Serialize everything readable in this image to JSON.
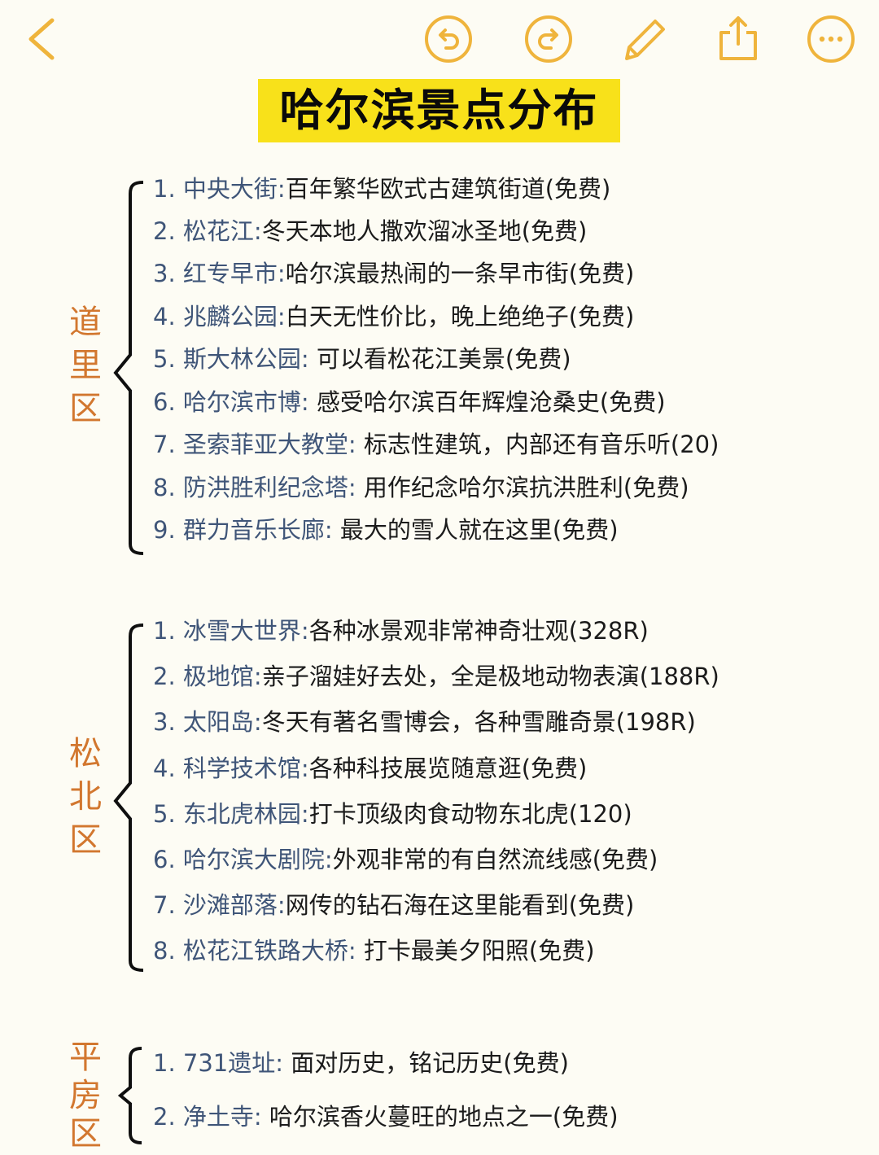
{
  "toolbar": {
    "back_icon": "chevron-left-icon",
    "undo_icon": "undo-circle-icon",
    "redo_icon": "redo-circle-icon",
    "edit_icon": "pencil-icon",
    "share_icon": "share-icon",
    "more_icon": "ellipsis-circle-icon",
    "icon_color": "#efb43c"
  },
  "title": "哈尔滨景点分布",
  "colors": {
    "title_bg": "#f8e11a",
    "district_label": "#d2772f",
    "place_name": "#3f5578",
    "description": "#1b1b1b",
    "background": "#fdfcf4"
  },
  "districts": [
    {
      "label": [
        "道",
        "里",
        "区"
      ],
      "items": [
        {
          "num": "1. ",
          "name": "中央大街",
          "sep": ":",
          "desc": "百年繁华欧式古建筑街道(免费)"
        },
        {
          "num": "2. ",
          "name": "松花江",
          "sep": ":",
          "desc": "冬天本地人撒欢溜冰圣地(免费)"
        },
        {
          "num": "3. ",
          "name": "红专早市",
          "sep": ":",
          "desc": "哈尔滨最热闹的一条早市街(免费)"
        },
        {
          "num": "4. ",
          "name": "兆麟公园",
          "sep": ":",
          "desc": "白天无性价比，晚上绝绝子(免费)"
        },
        {
          "num": "5. ",
          "name": "斯大林公园",
          "sep": ": ",
          "desc": "可以看松花江美景(免费)"
        },
        {
          "num": "6. ",
          "name": "哈尔滨市博",
          "sep": ": ",
          "desc": "感受哈尔滨百年辉煌沧桑史(免费)"
        },
        {
          "num": "7. ",
          "name": "圣索菲亚大教堂",
          "sep": ": ",
          "desc": "标志性建筑，内部还有音乐听(20)"
        },
        {
          "num": "8. ",
          "name": "防洪胜利纪念塔",
          "sep": ": ",
          "desc": "用作纪念哈尔滨抗洪胜利(免费)"
        },
        {
          "num": "9. ",
          "name": "群力音乐长廊",
          "sep": ": ",
          "desc": "最大的雪人就在这里(免费)"
        }
      ]
    },
    {
      "label": [
        "松",
        "北",
        "区"
      ],
      "items": [
        {
          "num": "1. ",
          "name": "冰雪大世界",
          "sep": ":",
          "desc": "各种冰景观非常神奇壮观(328R)"
        },
        {
          "num": "2. ",
          "name": "极地馆",
          "sep": ":",
          "desc": "亲子溜娃好去处，全是极地动物表演(188R)"
        },
        {
          "num": "3. ",
          "name": "太阳岛",
          "sep": ":",
          "desc": "冬天有著名雪博会，各种雪雕奇景(198R)"
        },
        {
          "num": "4. ",
          "name": "科学技术馆",
          "sep": ":",
          "desc": "各种科技展览随意逛(免费)"
        },
        {
          "num": "5. ",
          "name": "东北虎林园",
          "sep": ":",
          "desc": "打卡顶级肉食动物东北虎(120)"
        },
        {
          "num": "6. ",
          "name": "哈尔滨大剧院",
          "sep": ":",
          "desc": "外观非常的有自然流线感(免费)"
        },
        {
          "num": "7. ",
          "name": "沙滩部落",
          "sep": ":",
          "desc": "网传的钻石海在这里能看到(免费)"
        },
        {
          "num": "8. ",
          "name": "松花江铁路大桥",
          "sep": ": ",
          "desc": "打卡最美夕阳照(免费)"
        }
      ]
    },
    {
      "label": [
        "平",
        "房",
        "区"
      ],
      "items": [
        {
          "num": "1. ",
          "name": "731遗址",
          "sep": ": ",
          "desc": "面对历史，铭记历史(免费)"
        },
        {
          "num": "2. ",
          "name": "净土寺",
          "sep": ": ",
          "desc": "哈尔滨香火蔓旺的地点之一(免费)"
        }
      ]
    }
  ]
}
